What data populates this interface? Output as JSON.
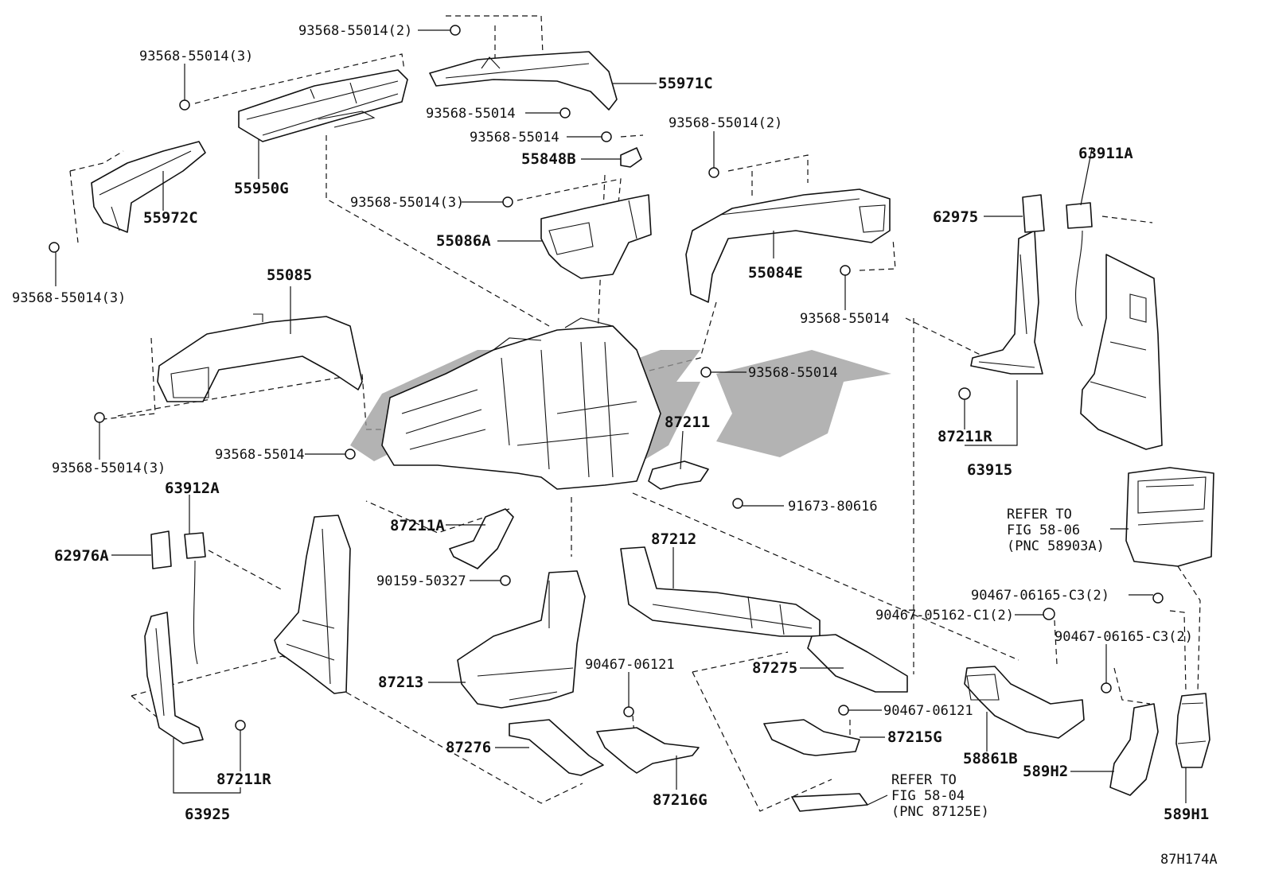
{
  "diagram_code": "87H174A",
  "labels": {
    "p93568_2_top": "93568-55014(2)",
    "p93568_3_topleft": "93568-55014(3)",
    "p55971C": "55971C",
    "p93568_a": "93568-55014",
    "p93568_b": "93568-55014",
    "p55848B": "55848B",
    "p55950G": "55950G",
    "p55972C": "55972C",
    "p93568_3_mid": "93568-55014(3)",
    "p55086A": "55086A",
    "p93568_2_right": "93568-55014(2)",
    "p55084E": "55084E",
    "p93568_c": "93568-55014",
    "p93568_3_left": "93568-55014(3)",
    "p55085": "55085",
    "p93568_d": "93568-55014",
    "p93568_3_lower": "93568-55014(3)",
    "p93568_e": "93568-55014",
    "p87211": "87211",
    "p63911A": "63911A",
    "p62975": "62975",
    "p87211R_right": "87211R",
    "p63915": "63915",
    "p63912A": "63912A",
    "p62976A": "62976A",
    "p87211A": "87211A",
    "p91673": "91673-80616",
    "p90159": "90159-50327",
    "p87212": "87212",
    "ref1_line1": "REFER TO",
    "ref1_line2": "FIG 58-06",
    "ref1_line3": "(PNC 58903A)",
    "p90467_c3_a": "90467-06165-C3(2)",
    "p90467_c1": "90467-05162-C1(2)",
    "p90467_c3_b": "90467-06165-C3(2)",
    "p87213": "87213",
    "p90467_06121_a": "90467-06121",
    "p87275": "87275",
    "p90467_06121_b": "90467-06121",
    "p87276": "87276",
    "p87215G": "87215G",
    "p58861B": "58861B",
    "p87211R_left": "87211R",
    "p87216G": "87216G",
    "p589H2": "589H2",
    "p589H1": "589H1",
    "p63925": "63925",
    "ref2_line1": "REFER TO",
    "ref2_line2": "FIG 58-04",
    "ref2_line3": "(PNC 87125E)"
  }
}
